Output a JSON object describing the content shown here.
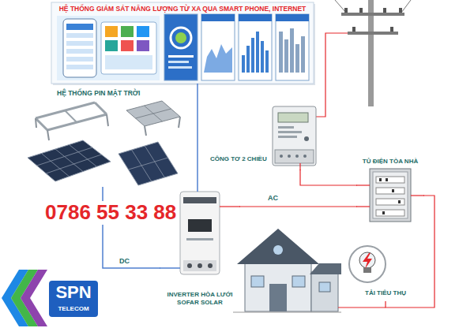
{
  "diagram": {
    "nodes": [
      {
        "text": [
          "HỆ THỐNG GIÁM SÁT NĂNG LƯỢNG TỪ XA QUA SMART PHONE, INTERNET"
        ]
      },
      {
        "text": [
          "HỆ THỐNG PIN MẶT TRỜI"
        ]
      },
      {
        "text": [
          "CÔNG TƠ 2 CHIỀU"
        ]
      },
      {
        "text": [
          "TỦ ĐIỆN TÒA NHÀ"
        ]
      },
      {
        "text": [
          "INVERTER HÒA LƯỚI SOFAR SOLAR"
        ]
      },
      {
        "text": [
          "TẢI TIÊU THỤ"
        ]
      }
    ],
    "edges": [
      {
        "from": 0,
        "to": 4,
        "arrow": "none"
      },
      {
        "from": 1,
        "to": 4,
        "label": "DC",
        "arrow": "none"
      },
      {
        "from": 4,
        "to": 3,
        "label": "AC",
        "arrow": "none"
      },
      {
        "from": 2,
        "to": 3,
        "arrow": "none"
      },
      {
        "from": 3,
        "to": 5,
        "arrow": "none"
      }
    ],
    "labels": [
      "0786 55 33 88",
      "SPN",
      "TELECOM"
    ]
  }
}
